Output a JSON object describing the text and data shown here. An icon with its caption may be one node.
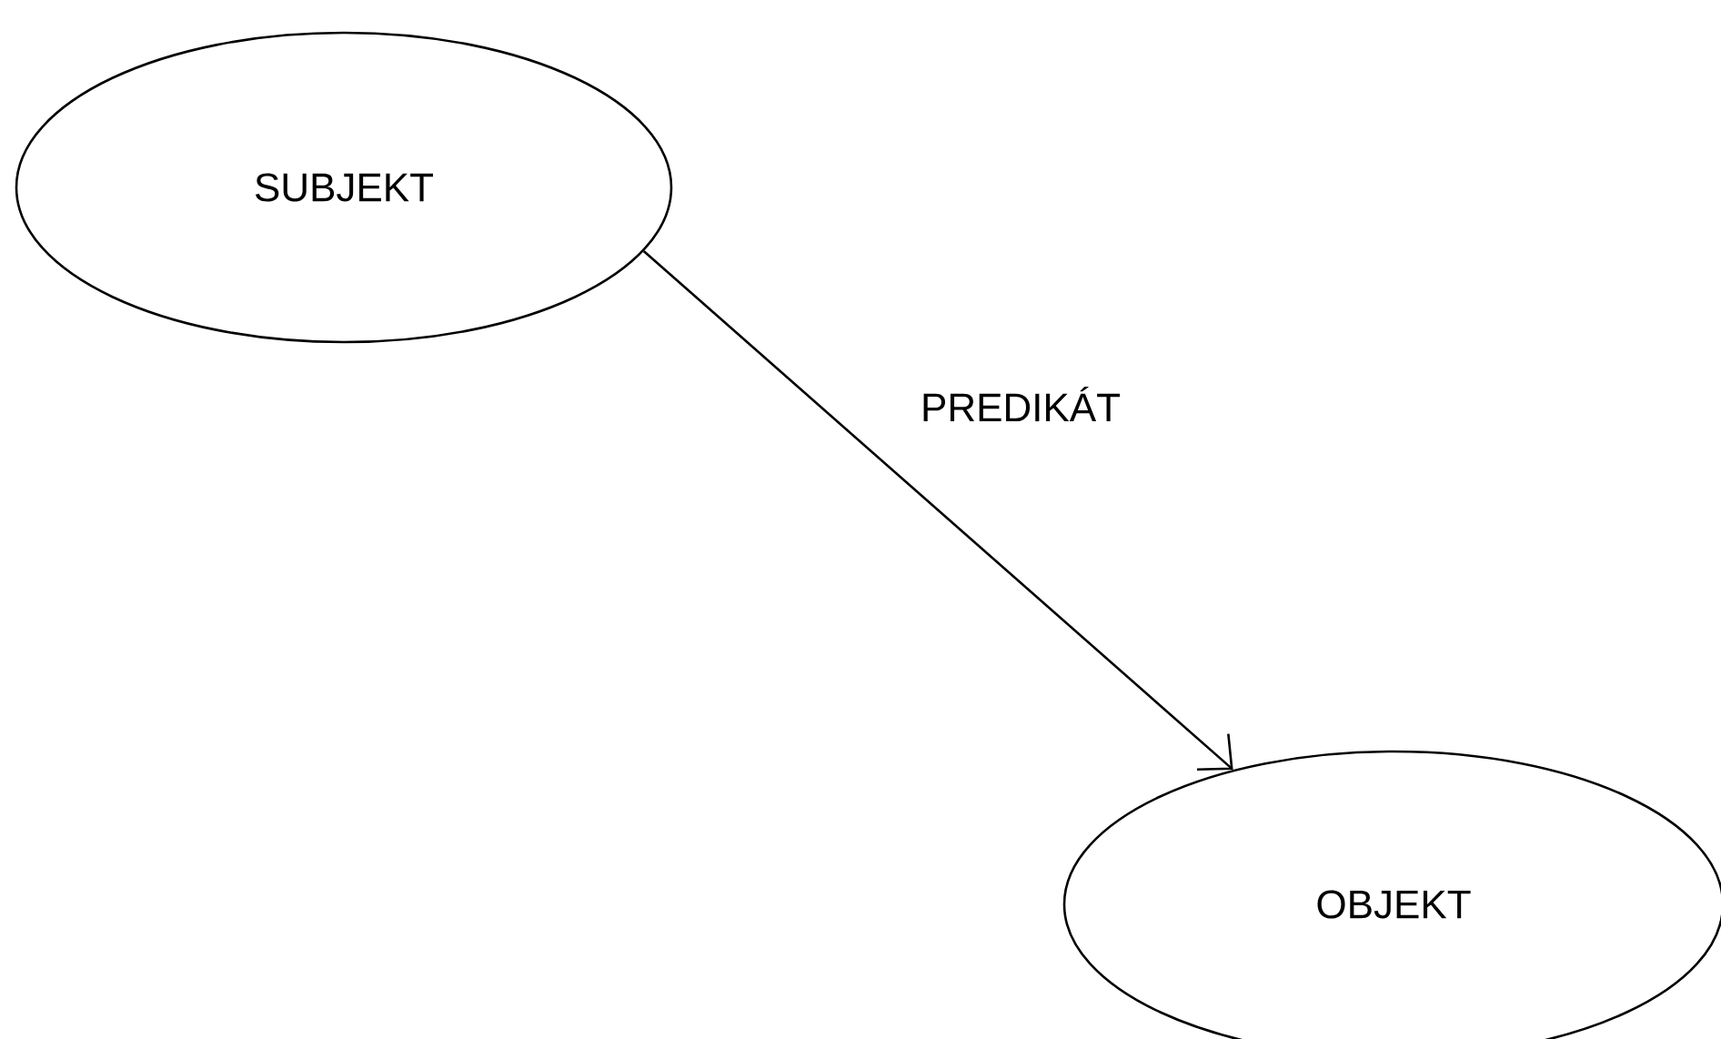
{
  "diagram": {
    "nodes": [
      {
        "text": [
          "SUBJEKT"
        ]
      },
      {
        "text": [
          "OBJEKT"
        ]
      }
    ],
    "edges": [
      {
        "from": 0,
        "to": 1,
        "arrow": "to",
        "label": "PREDIKÁT"
      }
    ]
  }
}
